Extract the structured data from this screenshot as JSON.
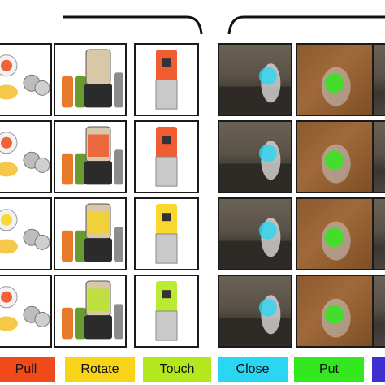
{
  "legend": [
    {
      "label": "Pull",
      "color": "#f04a1a"
    },
    {
      "label": "Rotate",
      "color": "#f7d418"
    },
    {
      "label": "Touch",
      "color": "#b3e81c"
    },
    {
      "label": "Close",
      "color": "#2ad6f2"
    },
    {
      "label": "Put",
      "color": "#33e81f"
    },
    {
      "label": "",
      "color": "#3d2fd0"
    }
  ],
  "rows": [
    {
      "cells": [
        {
          "kind": "juicer",
          "heat": "#f04a1a"
        },
        {
          "kind": "blender",
          "heat": ""
        },
        {
          "kind": "bottle",
          "heat": "#f04a1a"
        },
        {
          "kind": "real-mixer",
          "heat": "#2ad6f2"
        },
        {
          "kind": "real-pot",
          "heat": "#33e81f"
        }
      ]
    },
    {
      "cells": [
        {
          "kind": "juicer",
          "heat": "#f04a1a"
        },
        {
          "kind": "blender",
          "heat": "#f04a1a"
        },
        {
          "kind": "bottle",
          "heat": "#f04a1a"
        },
        {
          "kind": "real-mixer",
          "heat": "#2ad6f2"
        },
        {
          "kind": "real-pot",
          "heat": "#33e81f"
        }
      ]
    },
    {
      "cells": [
        {
          "kind": "juicer",
          "heat": "#f7d418"
        },
        {
          "kind": "blender",
          "heat": "#f7d418"
        },
        {
          "kind": "bottle",
          "heat": "#f7d418"
        },
        {
          "kind": "real-mixer",
          "heat": "#2ad6f2"
        },
        {
          "kind": "real-pot",
          "heat": "#33e81f"
        }
      ]
    },
    {
      "cells": [
        {
          "kind": "juicer",
          "heat": "#f04a1a"
        },
        {
          "kind": "blender",
          "heat": "#b3e81c"
        },
        {
          "kind": "bottle",
          "heat": "#b3e81c"
        },
        {
          "kind": "real-mixer",
          "heat": "#2ad6f2"
        },
        {
          "kind": "real-pot",
          "heat": "#33e81f"
        }
      ]
    }
  ]
}
